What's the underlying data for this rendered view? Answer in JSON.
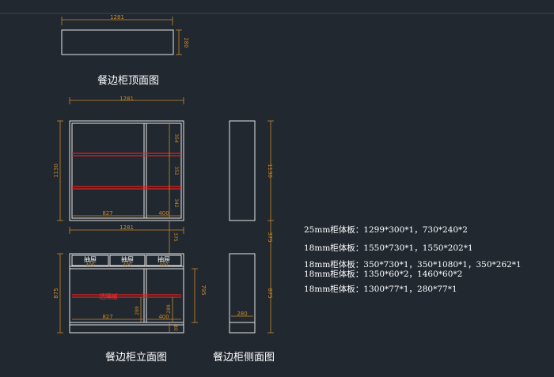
{
  "colors": {
    "background": "#212830",
    "outline": "#e6e6e6",
    "dimension": "#c98a2a",
    "shelf": "#e01e1e",
    "text": "#ffffff"
  },
  "views": {
    "top": {
      "title": "餐边柜顶面图",
      "width": "1281",
      "depth": "280"
    },
    "upper_front": {
      "width": "1281",
      "height": "1130",
      "gaps": [
        "354",
        "352",
        "342"
      ],
      "bottom_widths": [
        "827",
        "400"
      ]
    },
    "upper_side": {
      "height": "1130"
    },
    "between": {
      "lower_width": "1281",
      "gap": "375",
      "side_gap": "375"
    },
    "lower_front": {
      "title": "餐边柜立面图",
      "drawers": [
        "抽屉",
        "抽屉",
        "抽屉"
      ],
      "drawer_widths": [
        "400",
        "400",
        "400"
      ],
      "height": "875",
      "inner_height": "795",
      "shelf_label": "活隔板",
      "shelf_gaps": [
        "289",
        "289"
      ],
      "bottom_widths": [
        "827",
        "400"
      ],
      "plinth": "80"
    },
    "lower_side": {
      "title": "餐边柜侧面图",
      "height": "875",
      "depth": "280"
    }
  },
  "specs": [
    "25mm柜体板：1299*300*1，730*240*2",
    "18mm柜体板：1550*730*1，1550*202*1",
    "18mm柜体板：350*730*1，350*1080*1，350*262*1",
    "18mm柜体板：1350*60*2，1460*60*2",
    "18mm柜体板：1300*77*1，280*77*1"
  ]
}
